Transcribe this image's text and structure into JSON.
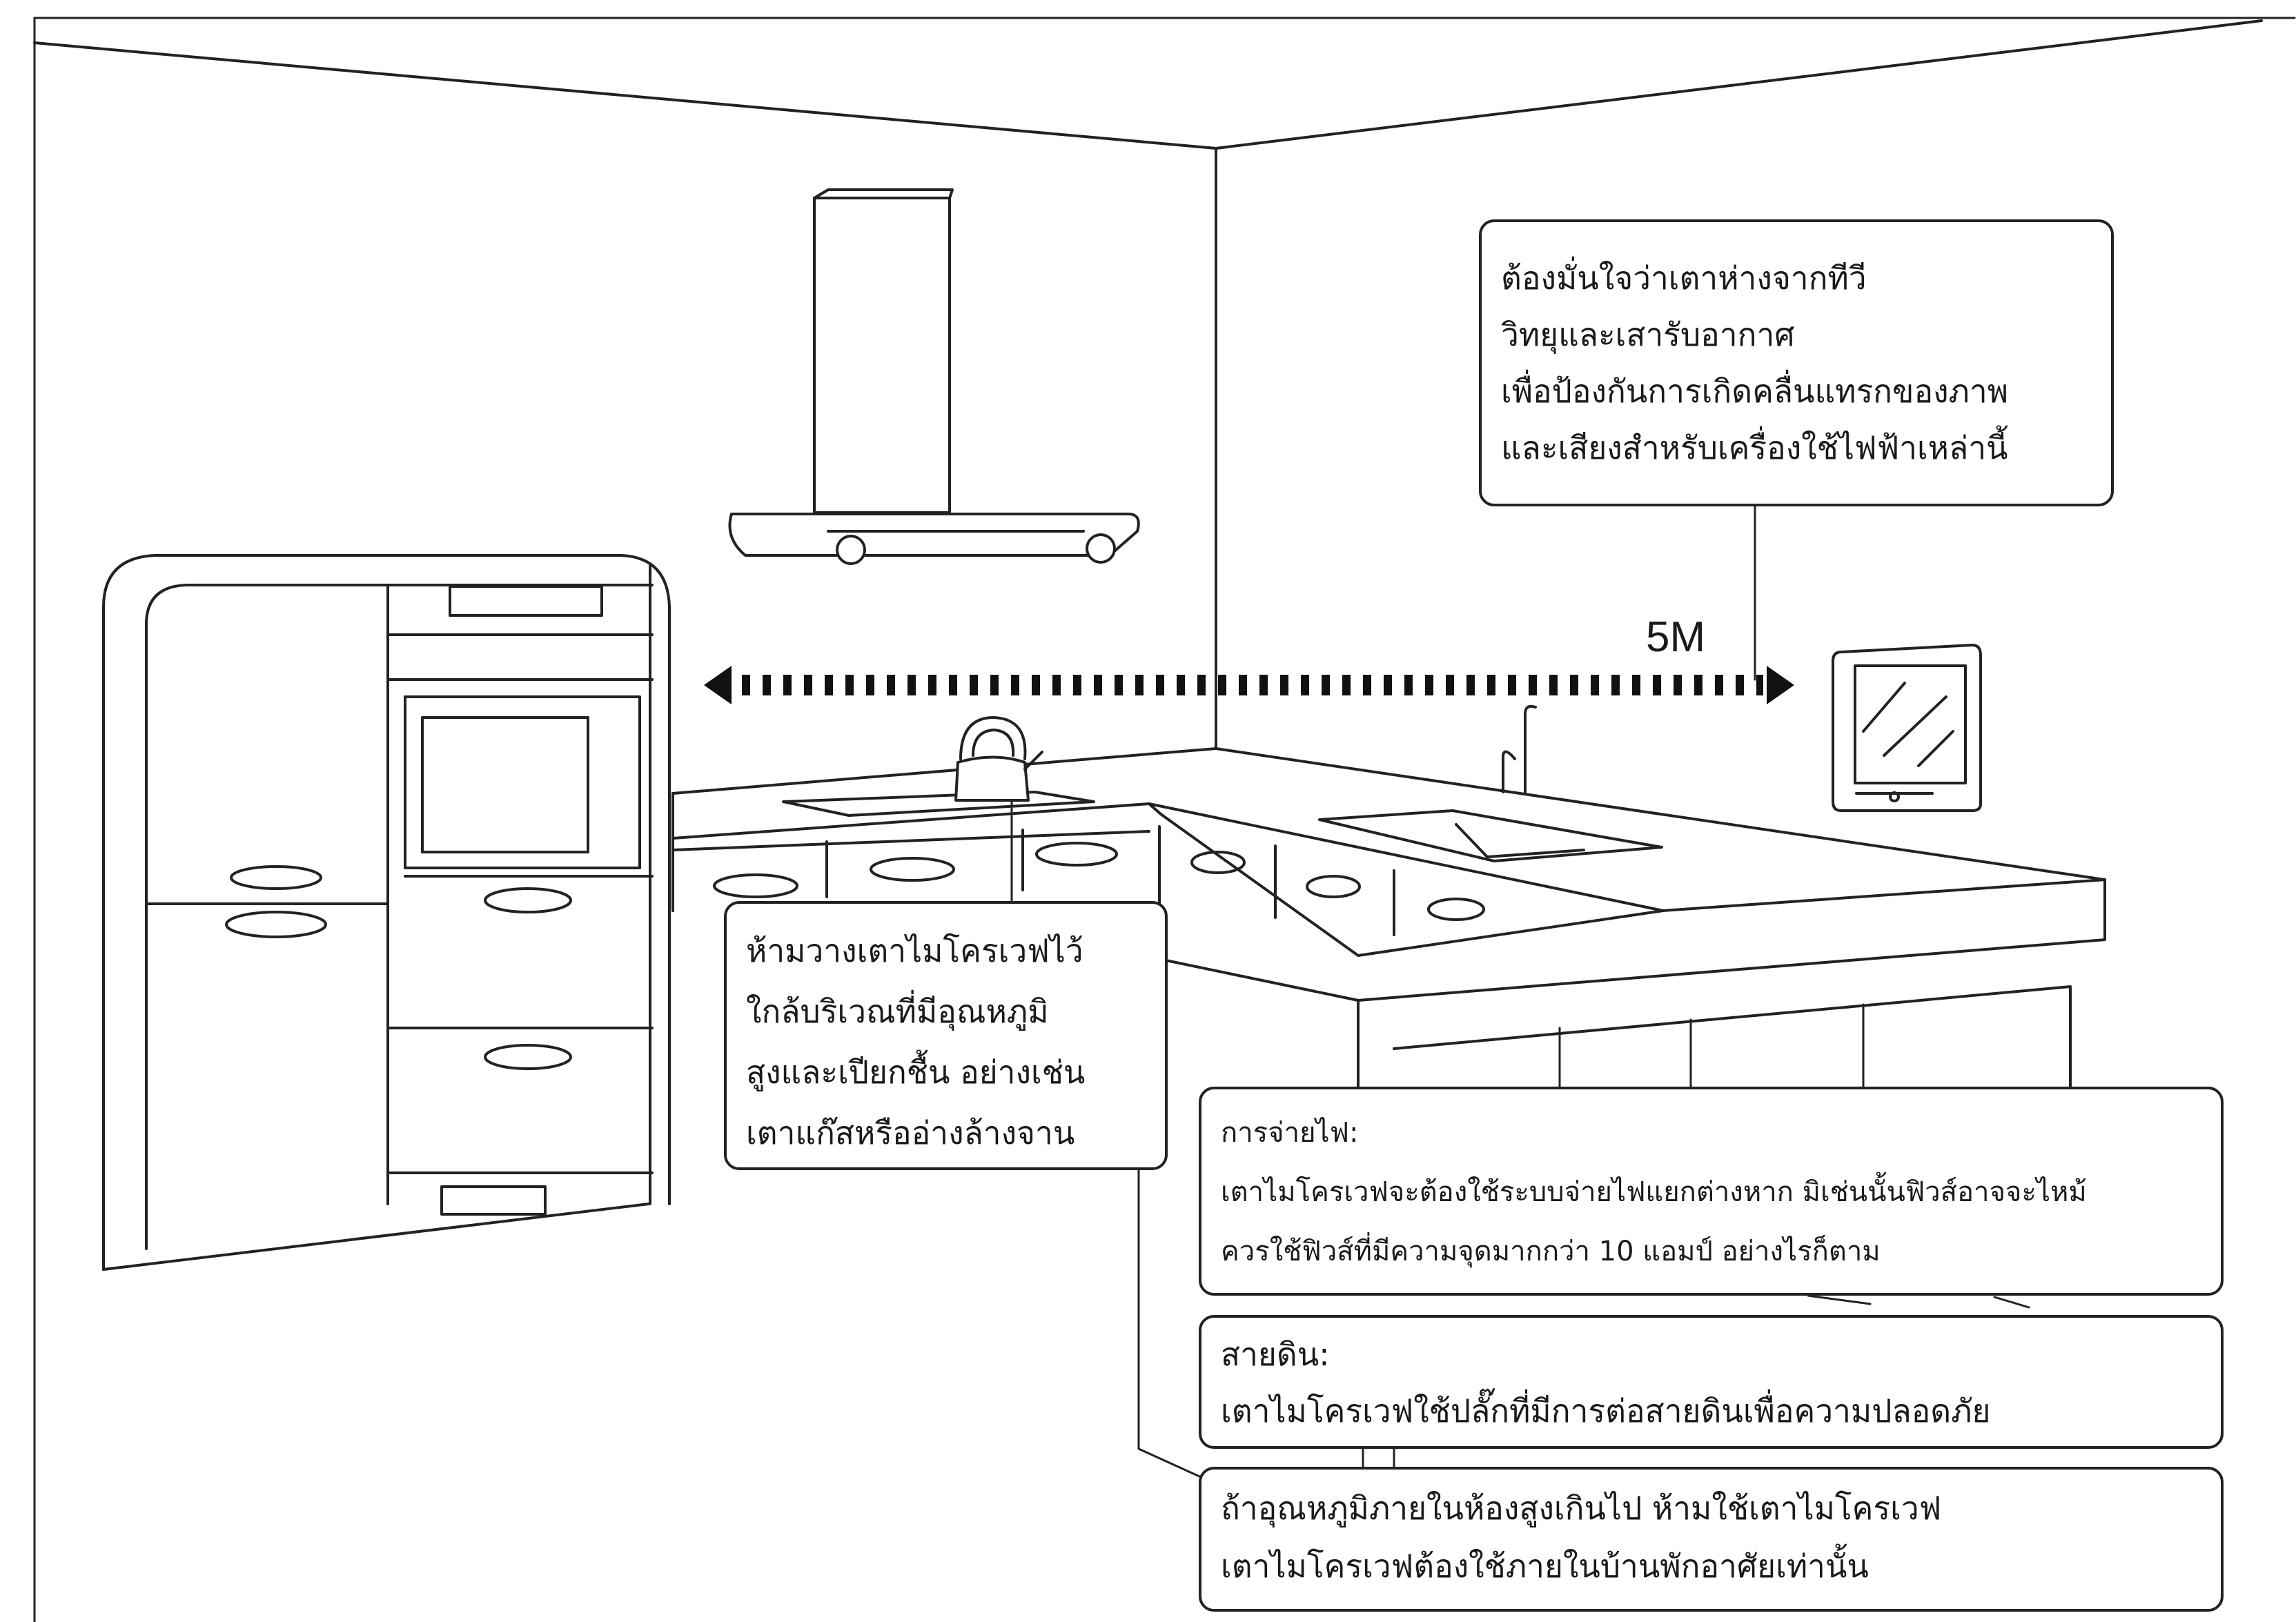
{
  "distance": {
    "label": "5M"
  },
  "callouts": {
    "tv_radio": {
      "lines": [
        "ต้องมั่นใจว่าเตาห่างจากทีวี",
        "วิทยุและเสารับอากาศ",
        "เพื่อป้องกันการเกิดคลื่นแทรกของภาพ",
        "และเสียงสำหรับเครื่องใช้ไฟฟ้าเหล่านี้"
      ]
    },
    "heat_moisture": {
      "lines": [
        "ห้ามวางเตาไมโครเวฟไว้",
        "ใกล้บริเวณที่มีอุณหภูมิ",
        "สูงและเปียกชื้น อย่างเช่น",
        "เตาแก๊สหรืออ่างล้างจาน"
      ]
    },
    "power_supply": {
      "lines": [
        "การจ่ายไฟ:",
        "เตาไมโครเวฟจะต้องใช้ระบบจ่ายไฟแยกต่างหาก มิเช่นนั้นฟิวส์อาจจะไหม้",
        "ควรใช้ฟิวส์ที่มีความจุดมากกว่า 10 แอมป์ อย่างไรก็ตาม"
      ]
    },
    "earthing": {
      "lines": [
        "สายดิน:",
        "เตาไมโครเวฟใช้ปลั๊กที่มีการต่อสายดินเพื่อความปลอดภัย"
      ]
    },
    "room_temperature": {
      "lines": [
        "ถ้าอุณหภูมิภายในห้องสูงเกินไป ห้ามใช้เตาไมโครเวฟ",
        "เตาไมโครเวฟต้องใช้ภายในบ้านพักอาศัยเท่านั้น"
      ]
    }
  }
}
